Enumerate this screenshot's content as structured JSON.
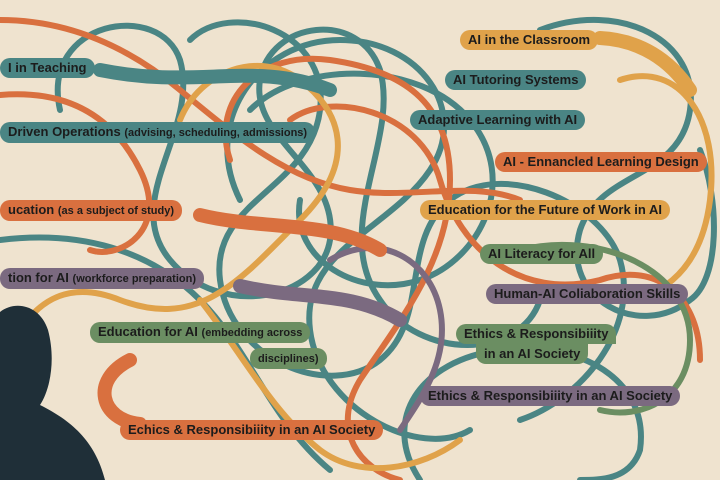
{
  "colors": {
    "background": "#efe3cf",
    "teal": "#4a8584",
    "orange": "#d9703f",
    "mustard": "#e0a24a",
    "green": "#6b8e62",
    "purple": "#7b6a80",
    "silhouette": "#1f2f38"
  },
  "labels": {
    "teaching": "I in Teaching",
    "operations": "Driven Operations",
    "operations_sub": "(advising, scheduling, admissions)",
    "education_subject": "ucation",
    "education_subject_sub": "(as a subject of study)",
    "workforce": "tion for AI",
    "workforce_sub": "(workforce preparation)",
    "embedding": "Education for AI",
    "embedding_sub1": "(embedding across",
    "embedding_sub2": "disciplines)",
    "echics": "Echics & Responsibiiity in an AI Society",
    "classroom": "AI in the Classroom",
    "tutoring": "AI Tutoring Systems",
    "adaptive": "Adaptive Learning with AI",
    "enhanced": "AI - Ennancled Learning Design",
    "future_work": "Education for the Future of Work in AI",
    "literacy": "AI Literacy for All",
    "collaboration": "Human-AI Coliaboration Skills",
    "ethics_green_1": "Ethics & Responsibiiity",
    "ethics_green_2": "in an AI Society",
    "ethics_purple": "Ethics & Responsibiiity in an AI Society"
  }
}
